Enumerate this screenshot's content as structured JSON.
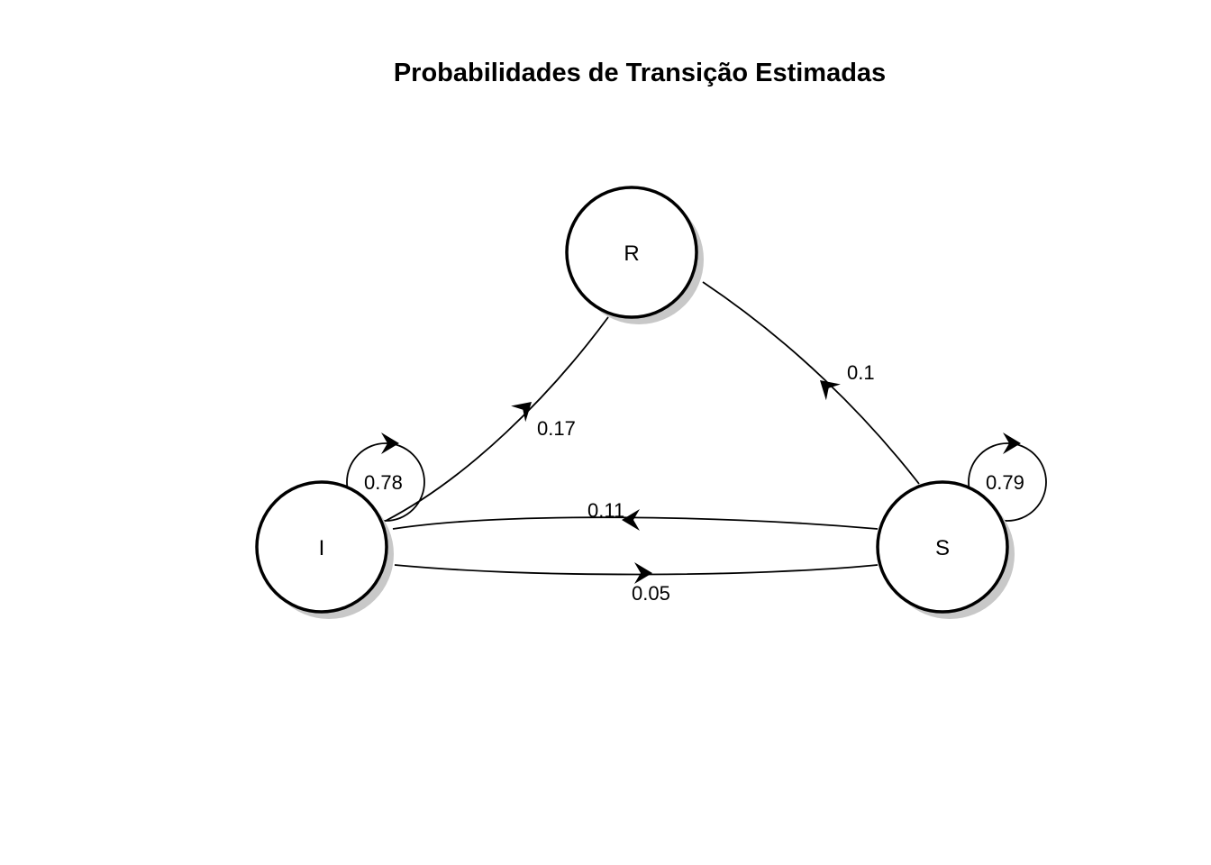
{
  "title": "Probabilidades de Transição Estimadas",
  "nodes": [
    {
      "id": "R",
      "label": "R"
    },
    {
      "id": "I",
      "label": "I"
    },
    {
      "id": "S",
      "label": "S"
    }
  ],
  "edges": [
    {
      "from": "I",
      "to": "R",
      "probability": "0.17"
    },
    {
      "from": "S",
      "to": "R",
      "probability": "0.1"
    },
    {
      "from": "S",
      "to": "I",
      "probability": "0.11"
    },
    {
      "from": "I",
      "to": "S",
      "probability": "0.05"
    },
    {
      "from": "I",
      "to": "I",
      "probability": "0.78"
    },
    {
      "from": "S",
      "to": "S",
      "probability": "0.79"
    }
  ],
  "colors": {
    "stroke": "#000000",
    "node_fill": "#ffffff",
    "shadow": "#c8c8c8",
    "background": "#ffffff"
  }
}
